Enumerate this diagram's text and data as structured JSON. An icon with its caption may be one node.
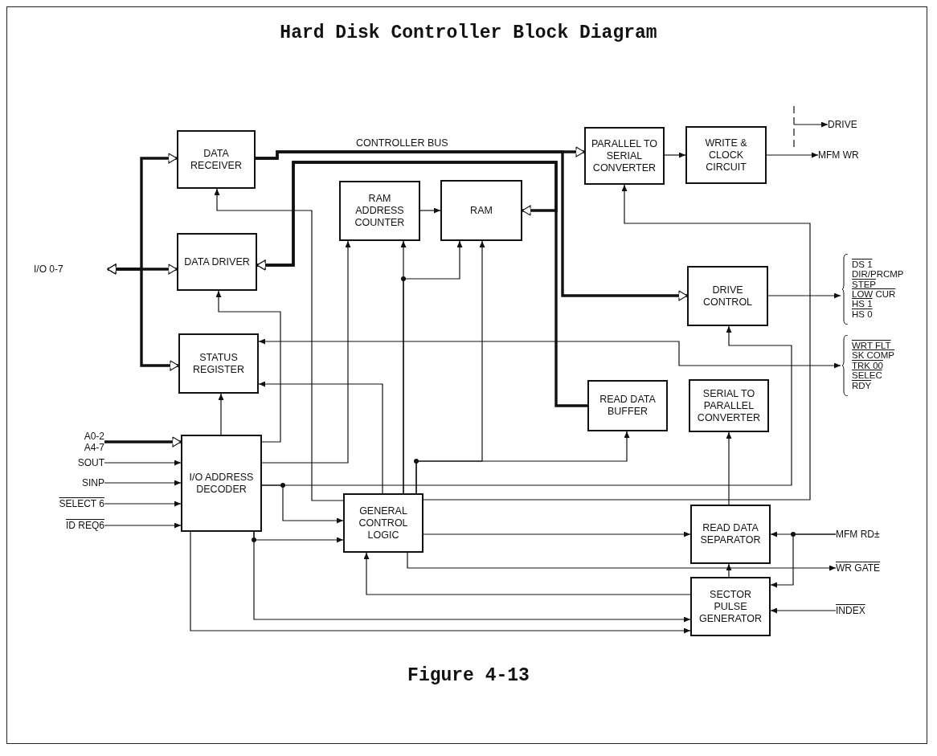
{
  "diagram": {
    "title": "Hard Disk Controller Block Diagram",
    "caption": "Figure 4-13",
    "nodes": [
      {
        "text": [
          "DATA RECEIVER"
        ]
      },
      {
        "text": [
          "DATA DRIVER"
        ]
      },
      {
        "text": [
          "STATUS REGISTER"
        ]
      },
      {
        "text": [
          "RAM ADDRESS COUNTER"
        ]
      },
      {
        "text": [
          "RAM"
        ]
      },
      {
        "text": [
          "PARALLEL TO SERIAL CONVERTER"
        ]
      },
      {
        "text": [
          "WRITE & CLOCK CIRCUIT"
        ]
      },
      {
        "text": [
          "DRIVE CONTROL"
        ]
      },
      {
        "text": [
          "READ DATA BUFFER"
        ]
      },
      {
        "text": [
          "SERIAL TO PARALLEL CONVERTER"
        ]
      },
      {
        "text": [
          "I/O ADDRESS DECODER"
        ]
      },
      {
        "text": [
          "GENERAL CONTROL LOGIC"
        ]
      },
      {
        "text": [
          "READ DATA SEPARATOR"
        ]
      },
      {
        "text": [
          "SECTOR PULSE GENERATOR"
        ]
      },
      {
        "text": [
          "I/O 0-7"
        ]
      },
      {
        "text": [
          "A0-2",
          "A4-7"
        ]
      },
      {
        "text": [
          "SOUT"
        ]
      },
      {
        "text": [
          "SINP"
        ]
      },
      {
        "text": [
          "SELECT 6"
        ]
      },
      {
        "text": [
          "ID REQ6"
        ]
      },
      {
        "text": [
          "DRIVE"
        ]
      },
      {
        "text": [
          "MFM WR"
        ]
      },
      {
        "text": [
          "DS 1",
          "DIR/PRCMP",
          "STEP",
          "LOW CUR",
          "HS 1",
          "HS 0"
        ]
      },
      {
        "text": [
          "WRT FLT",
          "SK COMP",
          "TRK 00",
          "SELEC",
          "RDY"
        ]
      },
      {
        "text": [
          "MFM RD±"
        ]
      },
      {
        "text": [
          "WR GATE"
        ]
      },
      {
        "text": [
          "INDEX"
        ]
      }
    ],
    "edges": [
      {
        "from": 14,
        "to": 0,
        "arrow": "both",
        "style": "thick"
      },
      {
        "from": 14,
        "to": 1,
        "arrow": "both",
        "style": "thick"
      },
      {
        "from": 14,
        "to": 2,
        "arrow": "both",
        "style": "thick"
      },
      {
        "from": 0,
        "to": 5,
        "arrow": "to",
        "style": "thick",
        "label": "CONTROLLER BUS"
      },
      {
        "from": 0,
        "to": 7,
        "arrow": "to",
        "style": "thick"
      },
      {
        "from": 8,
        "to": 1,
        "arrow": "to",
        "style": "thick"
      },
      {
        "from": 4,
        "to": 1,
        "arrow": "both",
        "style": "thick"
      },
      {
        "from": 3,
        "to": 4,
        "arrow": "to"
      },
      {
        "from": 5,
        "to": 6,
        "arrow": "to"
      },
      {
        "from": 6,
        "to": 21,
        "arrow": "to"
      },
      {
        "from": null,
        "to": 20,
        "arrow": "to"
      },
      {
        "from": 7,
        "to": 22,
        "arrow": "to"
      },
      {
        "from": 23,
        "to": 2,
        "arrow": "both"
      },
      {
        "from": 10,
        "to": 2,
        "arrow": "to"
      },
      {
        "from": 10,
        "to": 1,
        "arrow": "to"
      },
      {
        "from": 11,
        "to": 0,
        "arrow": "to"
      },
      {
        "from": 10,
        "to": 3,
        "arrow": "to"
      },
      {
        "from": 10,
        "to": 11,
        "arrow": "to"
      },
      {
        "from": 10,
        "to": 7,
        "arrow": "to"
      },
      {
        "from": 10,
        "to": 11,
        "arrow": "to"
      },
      {
        "from": 10,
        "to": 13,
        "arrow": "to"
      },
      {
        "from": 10,
        "to": 13,
        "arrow": "to"
      },
      {
        "from": 11,
        "to": 2,
        "arrow": "to"
      },
      {
        "from": 11,
        "to": 3,
        "arrow": "to"
      },
      {
        "from": 11,
        "to": 4,
        "arrow": "to"
      },
      {
        "from": 11,
        "to": 8,
        "arrow": "to"
      },
      {
        "from": 11,
        "to": 4,
        "arrow": "to"
      },
      {
        "from": 11,
        "to": 5,
        "arrow": "to"
      },
      {
        "from": 11,
        "to": 12,
        "arrow": "to"
      },
      {
        "from": 11,
        "to": 25,
        "arrow": "to"
      },
      {
        "from": 13,
        "to": 11,
        "arrow": "to"
      },
      {
        "from": 12,
        "to": 9,
        "arrow": "to"
      },
      {
        "from": 13,
        "to": 12,
        "arrow": "to"
      },
      {
        "from": 24,
        "to": 12,
        "arrow": "to"
      },
      {
        "from": 24,
        "to": 13,
        "arrow": "to"
      },
      {
        "from": 26,
        "to": 13,
        "arrow": "to"
      },
      {
        "from": 15,
        "to": 10,
        "arrow": "to",
        "style": "thick"
      },
      {
        "from": 16,
        "to": 10,
        "arrow": "to"
      },
      {
        "from": 17,
        "to": 10,
        "arrow": "to"
      },
      {
        "from": 18,
        "to": 10,
        "arrow": "to"
      },
      {
        "from": 19,
        "to": 10,
        "arrow": "to"
      }
    ]
  }
}
